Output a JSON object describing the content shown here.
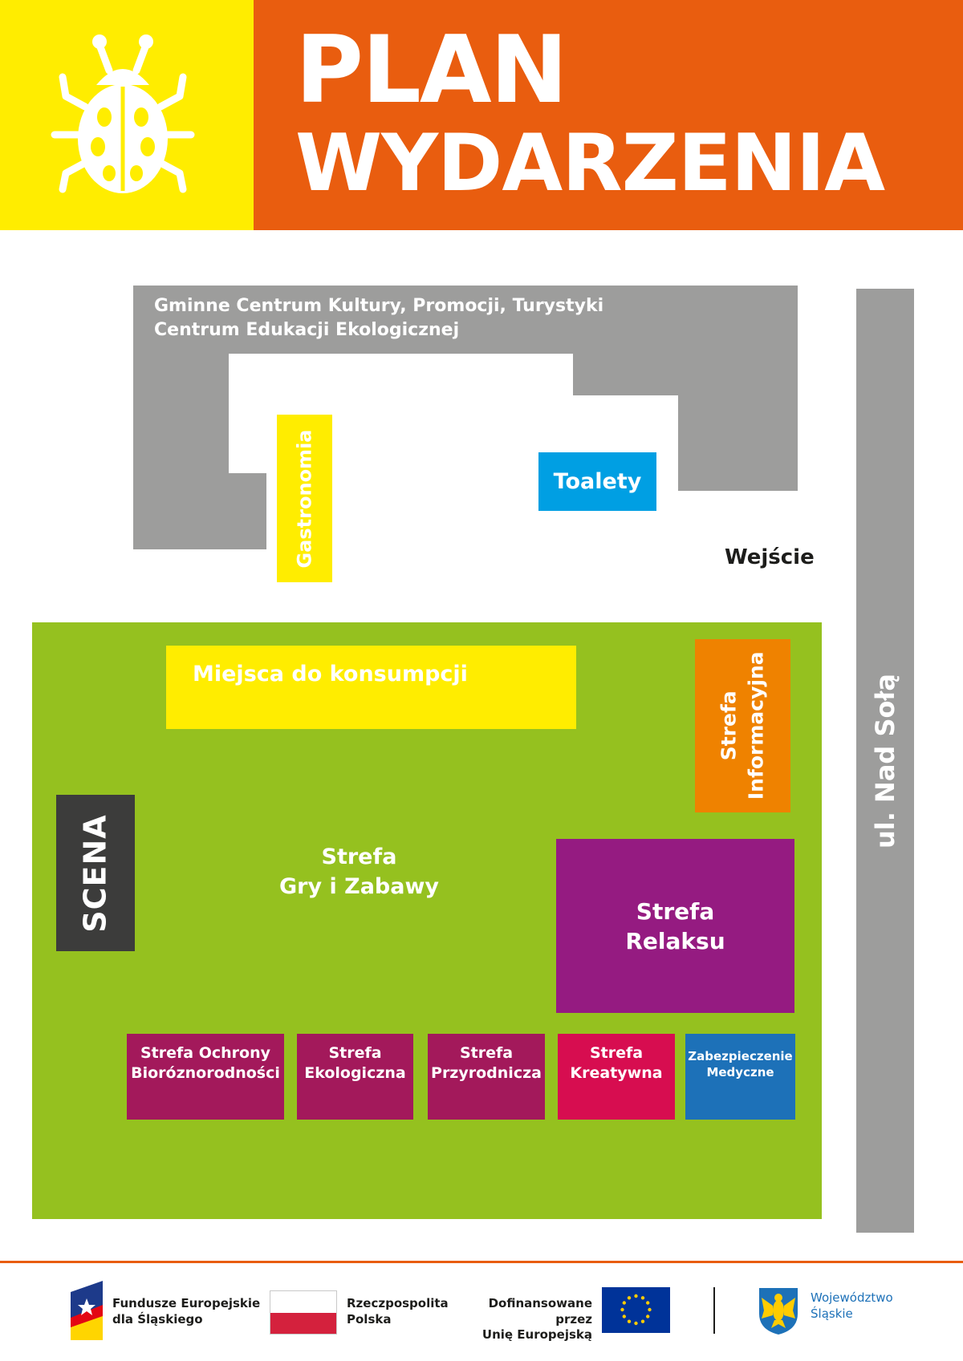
{
  "header": {
    "title_line1": "PLAN",
    "title_line2": "WYDARZENIA",
    "icon": "ladybug-icon",
    "colors": {
      "yellow": "#ffed00",
      "orange": "#e95d0f"
    }
  },
  "map": {
    "building": {
      "line1": "Gminne Centrum Kultury, Promocji, Turystyki",
      "line2": "Centrum Edukacji Ekologicznej"
    },
    "gastronomia": "Gastronomia",
    "toalety": "Toalety",
    "wejscie": "Wejście",
    "road": "ul. Nad Sołą",
    "miejsca": "Miejsca do konsumpcji",
    "informacja": {
      "line1": "Strefa",
      "line2": "Informacyjna"
    },
    "scena": "SCENA",
    "gry": {
      "line1": "Strefa",
      "line2": "Gry i Zabawy"
    },
    "relaks": {
      "line1": "Strefa",
      "line2": "Relaksu"
    },
    "zones": [
      {
        "line1": "Strefa Ochrony",
        "line2": "Bioróznorodności",
        "color": "#a3195b"
      },
      {
        "line1": "Strefa",
        "line2": "Ekologiczna",
        "color": "#a3195b"
      },
      {
        "line1": "Strefa",
        "line2": "Przyrodnicza",
        "color": "#a3195b"
      },
      {
        "line1": "Strefa",
        "line2": "Kreatywna",
        "color": "#d70d50"
      },
      {
        "line1": "Zabezpieczenie",
        "line2": "Medyczne",
        "color": "#1d71b8"
      }
    ],
    "colors": {
      "grey": "#9d9d9c",
      "green": "#95c11f",
      "yellow": "#ffed00",
      "orange": "#ef8200",
      "purple": "#951b81",
      "dark": "#3c3c3b",
      "blue": "#009fe3"
    }
  },
  "footer": {
    "fe": {
      "line1": "Fundusze Europejskie",
      "line2": "dla Śląskiego"
    },
    "rp": {
      "line1": "Rzeczpospolita",
      "line2": "Polska"
    },
    "eu": {
      "line1": "Dofinansowane przez",
      "line2": "Unię Europejską"
    },
    "ws": {
      "line1": "Województwo",
      "line2": "Śląskie"
    }
  }
}
